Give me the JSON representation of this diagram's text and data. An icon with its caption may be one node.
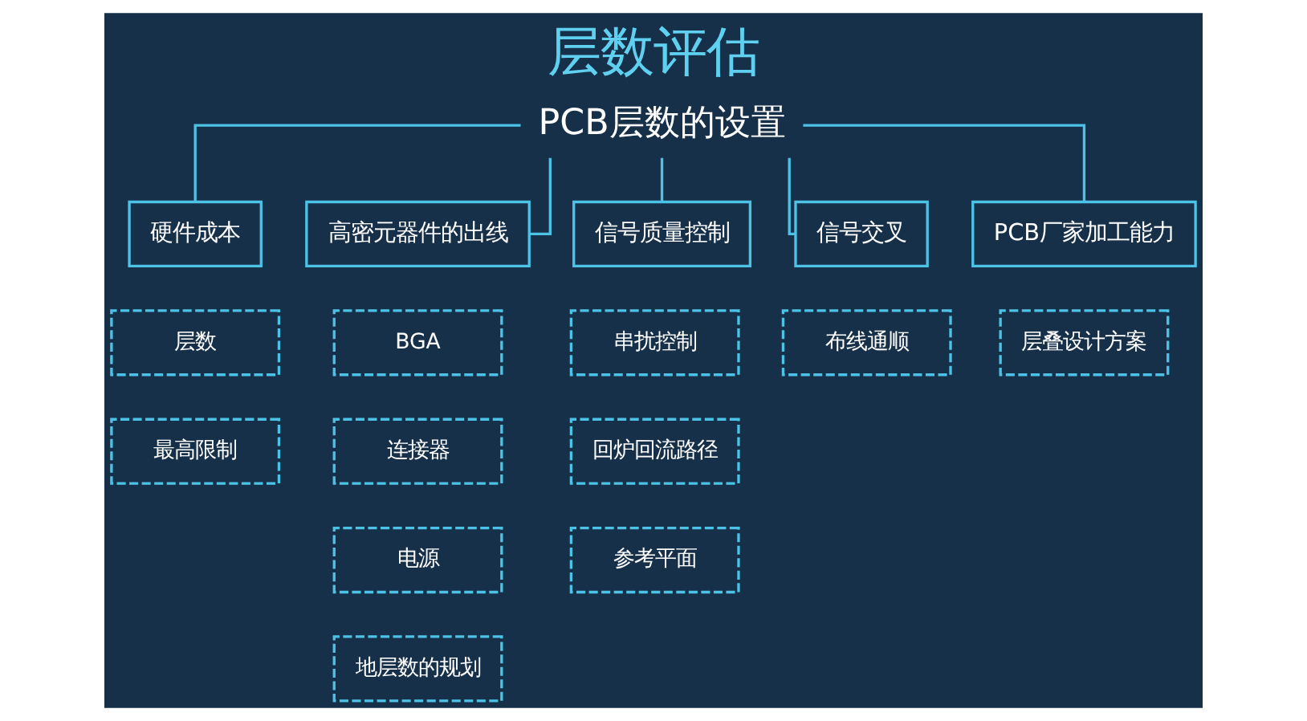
{
  "diagram": {
    "title": "层数评估",
    "nodes": [
      {
        "text": [
          "PCB层数的设置"
        ]
      },
      {
        "text": [
          "硬件成本"
        ]
      },
      {
        "text": [
          "高密元器件的出线"
        ]
      },
      {
        "text": [
          "信号质量控制"
        ]
      },
      {
        "text": [
          "信号交叉"
        ]
      },
      {
        "text": [
          "PCB厂家加工能力"
        ]
      },
      {
        "text": [
          "层数"
        ]
      },
      {
        "text": [
          "最高限制"
        ]
      },
      {
        "text": [
          "BGA"
        ]
      },
      {
        "text": [
          "连接器"
        ]
      },
      {
        "text": [
          "电源"
        ]
      },
      {
        "text": [
          "地层数的规划"
        ]
      },
      {
        "text": [
          "串扰控制"
        ]
      },
      {
        "text": [
          "回炉回流路径"
        ]
      },
      {
        "text": [
          "参考平面"
        ]
      },
      {
        "text": [
          "布线通顺"
        ]
      },
      {
        "text": [
          "层叠设计方案"
        ]
      }
    ],
    "edges": [
      {
        "from": 0,
        "to": 1,
        "arrow": "none"
      },
      {
        "from": 0,
        "to": 2,
        "arrow": "none"
      },
      {
        "from": 0,
        "to": 3,
        "arrow": "none"
      },
      {
        "from": 0,
        "to": 4,
        "arrow": "none"
      },
      {
        "from": 0,
        "to": 5,
        "arrow": "none"
      }
    ]
  }
}
